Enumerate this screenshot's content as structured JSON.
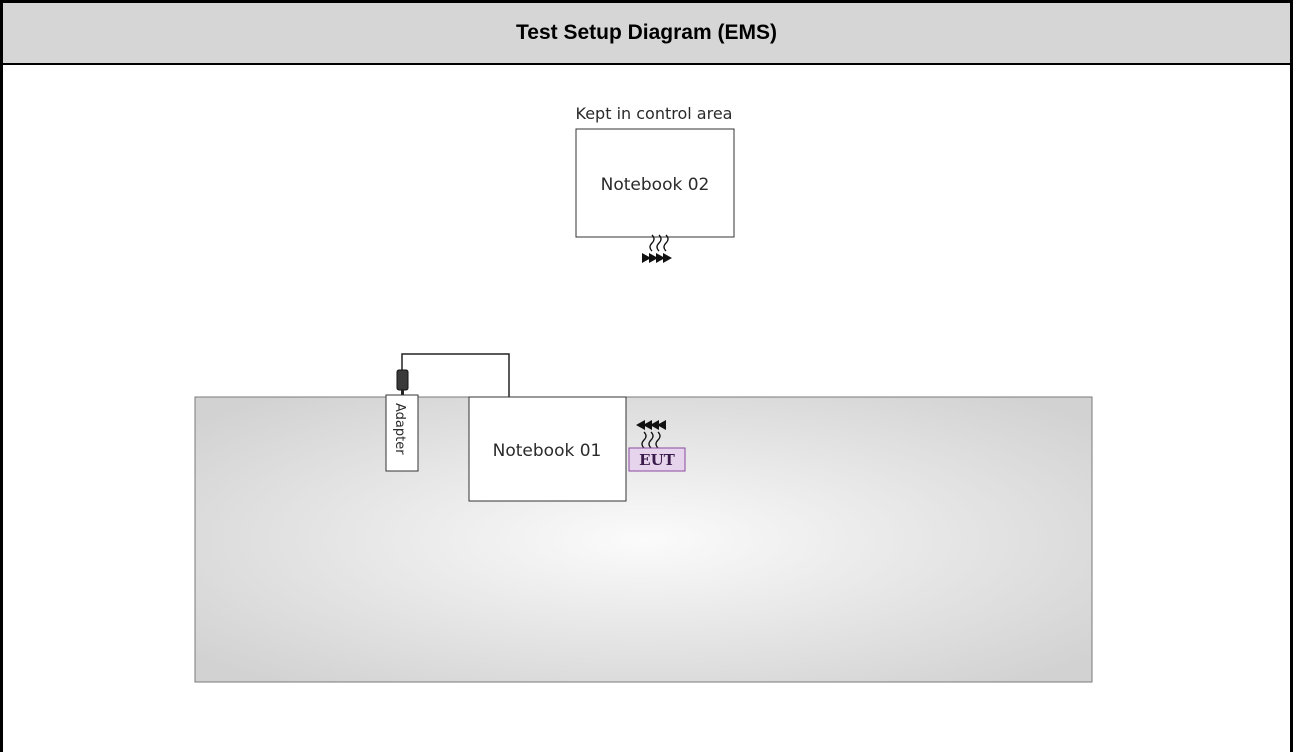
{
  "header": {
    "title": "Test Setup Diagram (EMS)"
  },
  "diagram": {
    "control_area_label": "Kept in control area",
    "notebook_02_label": "Notebook 02",
    "notebook_01_label": "Notebook 01",
    "adapter_label": "Adapter",
    "eut_label": "EUT",
    "colors": {
      "table_light": "#fbfbfb",
      "table_dark": "#d2d2d2",
      "eut_fill": "#e6d4ec",
      "eut_stroke": "#8a4aa0"
    }
  }
}
